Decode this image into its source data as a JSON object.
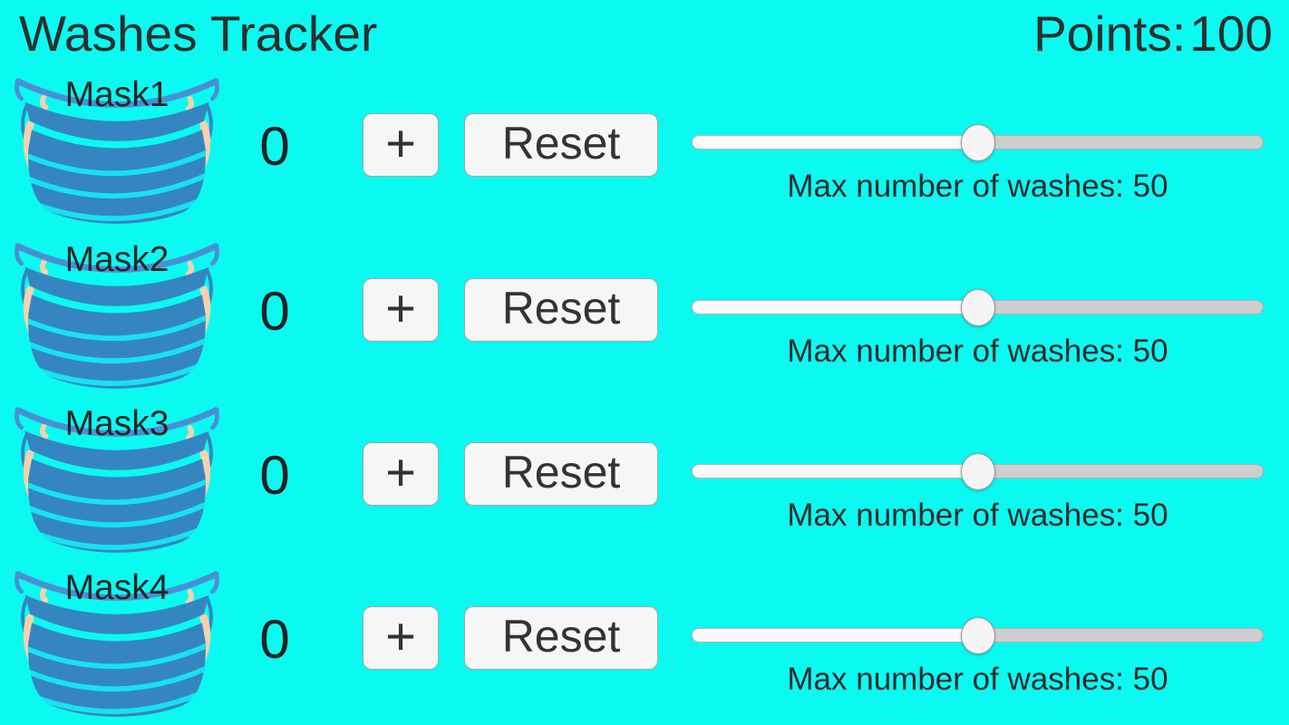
{
  "header": {
    "title": "Washes Tracker",
    "points_label": "Points:",
    "points_value": "100"
  },
  "colors": {
    "background": "#0afaf2",
    "text": "#2e2e2e",
    "mask_blue": "#3585c1",
    "mask_arc_blue": "#4a8fd4",
    "mask_ear_peach": "#f7d2ab",
    "mask_pleat_cyan": "#18e2ee",
    "button_bg": "#f6f6f6",
    "button_border": "#a6a6a6",
    "track_fill": "#fafafa",
    "track_empty": "#cfcfcf",
    "thumb": "#f5f5f5"
  },
  "rows": [
    {
      "mask_label": "Mask1",
      "wash_count": "0",
      "increment_label": "+",
      "reset_label": "Reset",
      "slider": {
        "value": 50,
        "thumb_left": "50%"
      },
      "max_washes_label": "Max number of washes: 50"
    },
    {
      "mask_label": "Mask2",
      "wash_count": "0",
      "increment_label": "+",
      "reset_label": "Reset",
      "slider": {
        "value": 50,
        "thumb_left": "50%"
      },
      "max_washes_label": "Max number of washes: 50"
    },
    {
      "mask_label": "Mask3",
      "wash_count": "0",
      "increment_label": "+",
      "reset_label": "Reset",
      "slider": {
        "value": 50,
        "thumb_left": "50%"
      },
      "max_washes_label": "Max number of washes: 50"
    },
    {
      "mask_label": "Mask4",
      "wash_count": "0",
      "increment_label": "+",
      "reset_label": "Reset",
      "slider": {
        "value": 50,
        "thumb_left": "50%"
      },
      "max_washes_label": "Max number of washes: 50"
    }
  ]
}
